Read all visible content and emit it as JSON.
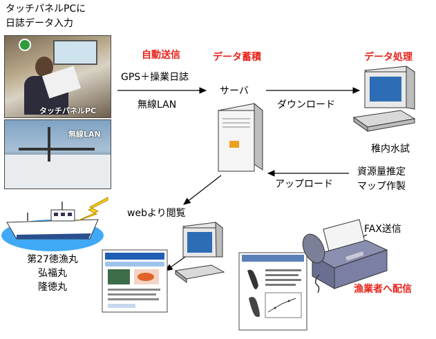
{
  "input_title": [
    "タッチパネルPCに",
    "日誌データ入力"
  ],
  "photo_top_caption": "タッチパネルPC",
  "photo_bottom_caption": "無線LAN",
  "step_send": "自動送信",
  "send_detail": "GPS＋操業日誌",
  "send_method": "無線LAN",
  "step_store": "データ蓄積",
  "server_label": "サーバ",
  "download_label": "ダウンロード",
  "step_process": "データ処理",
  "institute_label": "稚内水試",
  "estimate_label": [
    "資源量推定",
    "マップ作製"
  ],
  "upload_label": "アップロード",
  "web_label": "webより閲覧",
  "fax_label": "FAX送信",
  "deliver_label": "漁業者へ配信",
  "boats": [
    "第27徳漁丸",
    "弘福丸",
    "隆徳丸"
  ],
  "colors": {
    "accent_red": "#e8231a",
    "lightning": "#ffd21a",
    "sea": "#3fa9f5"
  }
}
